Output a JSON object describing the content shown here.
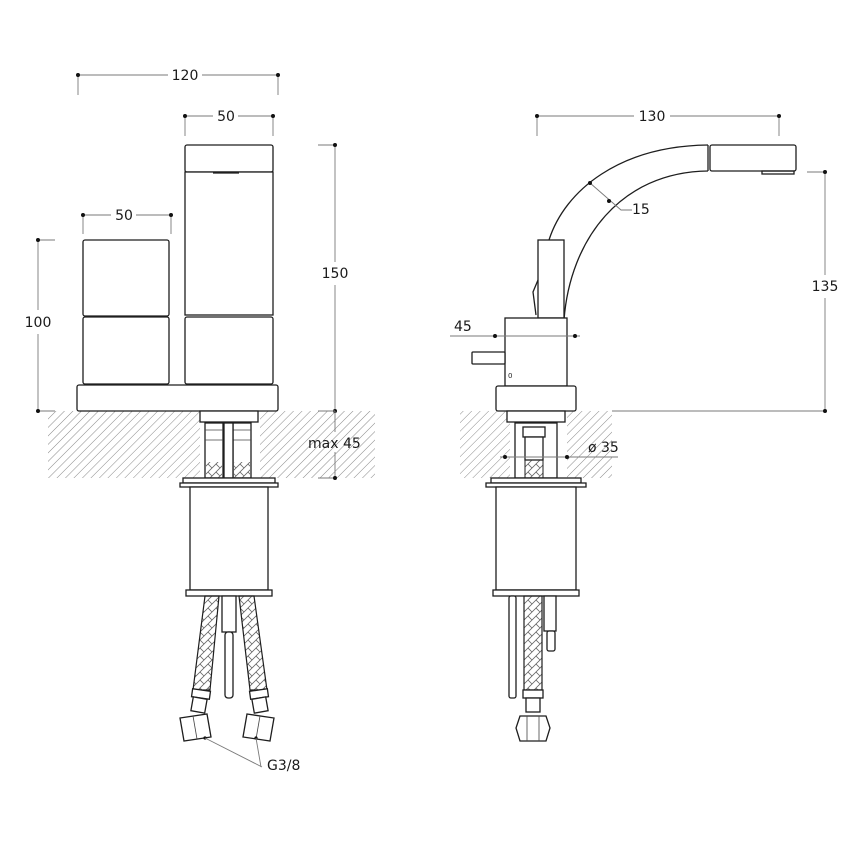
{
  "drawing": {
    "title": "Mixer tap technical dimension drawing",
    "colors": {
      "line": "#1e1e1e",
      "dimension_line": "#7a7a7a",
      "hatch": "#8a8a8a",
      "background": "#ffffff"
    },
    "front_view": {
      "dimensions": {
        "overall_width": "120",
        "tall_body_width": "50",
        "short_body_width": "50",
        "short_body_height": "100",
        "tall_body_height": "150",
        "max_deck_thickness": "max 45",
        "connection_thread": "G3/8"
      }
    },
    "side_view": {
      "dimensions": {
        "spout_reach": "130",
        "spout_thickness": "15",
        "spout_height": "135",
        "body_width": "45",
        "hole_diameter": "ø 35"
      }
    }
  }
}
